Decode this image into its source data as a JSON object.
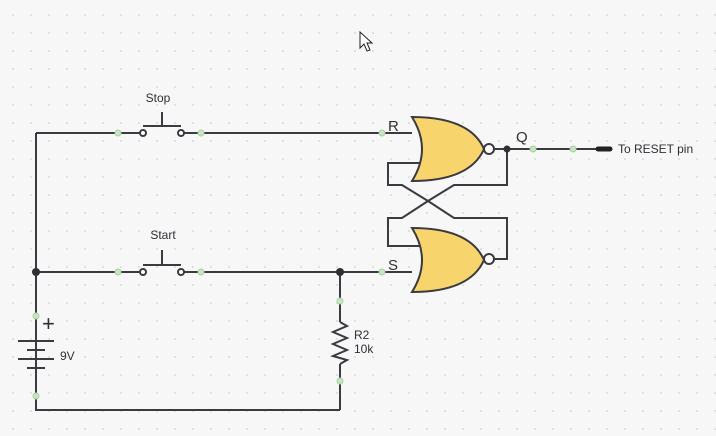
{
  "diagram": {
    "switches": {
      "stop": {
        "label": "Stop"
      },
      "start": {
        "label": "Start"
      }
    },
    "gates": {
      "top": {
        "input_label": "R",
        "output_label": "Q"
      },
      "bottom": {
        "input_label": "S"
      }
    },
    "output": {
      "label": "To RESET pin"
    },
    "resistor": {
      "name": "R2",
      "value": "10k"
    },
    "battery": {
      "plus": "+",
      "voltage": "9V"
    }
  }
}
